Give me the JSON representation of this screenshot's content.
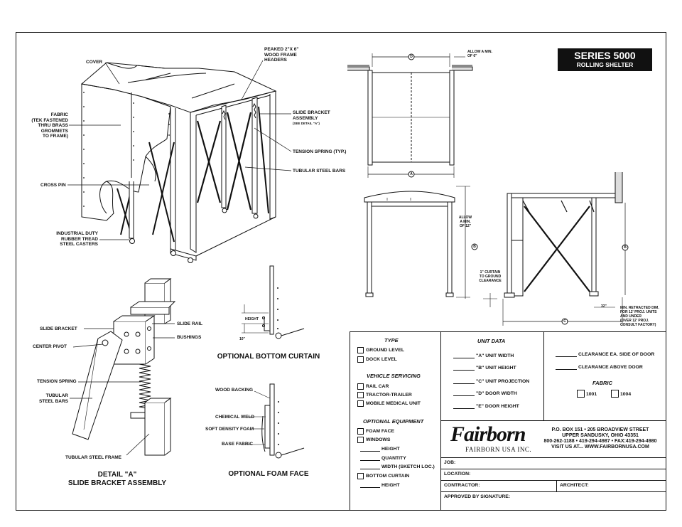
{
  "title_block": {
    "series_title": "SERIES 5000",
    "series_subtitle": "ROLLING SHELTER"
  },
  "main_view": {
    "labels": {
      "cover": "COVER",
      "headers": "PEAKED 2\"X 6\"\nWOOD FRAME\nHEADERS",
      "fabric": "FABRIC\n(TEK FASTENED\nTHRU BRASS\nGROMMETS\nTO FRAME)",
      "slide_bracket": "SLIDE BRACKET\nASSEMBLY",
      "see_detail": "(SEE DETAIL \"A\")",
      "tension_spring": "TENSION SPRING (TYP.)",
      "tubular_bars": "TUBULAR STEEL BARS",
      "cross_pin": "CROSS PIN",
      "casters": "INDUSTRIAL DUTY\nRUBBER TREAD\nSTEEL CASTERS"
    }
  },
  "elevation_views": {
    "allow_6": "ALLOW A MIN.\nOF 6\"",
    "allow_12": "ALLOW\nA MIN.\nOF 12\"",
    "curtain_clearance": "1\" CURTAIN\nTO GROUND\nCLEARANCE",
    "dim_32": "32\"",
    "retracted_note": "MIN. RETRACTED DIM.\nFOR 12' PROJ. UNITS\nAND UNDER\n(OVER 12' PROJ.\nCONSULT FACTORY)",
    "dim_a": "A",
    "dim_b": "B",
    "dim_c": "C",
    "dim_d": "D"
  },
  "detail_a": {
    "labels": {
      "slide_bracket": "SLIDE BRACKET",
      "slide_rail": "SLIDE RAIL",
      "bushings": "BUSHINGS",
      "center_pivot": "CENTER PIVOT",
      "tension_spring": "TENSION SPRING",
      "tubular_bars": "TUBULAR\nSTEEL BARS",
      "tubular_frame": "TUBULAR STEEL FRAME"
    },
    "caption": "DETAIL \"A\"\nSLIDE BRACKET ASSEMBLY"
  },
  "bottom_curtain": {
    "height_label": "HEIGHT",
    "dim_10": "10\"",
    "caption": "OPTIONAL BOTTOM CURTAIN"
  },
  "foam_face": {
    "labels": {
      "wood_backing": "WOOD BACKING",
      "chemical_weld": "CHEMICAL WELD",
      "soft_foam": "SOFT DENSITY FOAM",
      "base_fabric": "BASE FABRIC"
    },
    "caption": "OPTIONAL FOAM FACE"
  },
  "form": {
    "type_heading": "TYPE",
    "type_options": [
      "GROUND LEVEL",
      "DOCK LEVEL"
    ],
    "vehicle_heading": "VEHICLE SERVICING",
    "vehicle_options": [
      "RAIL CAR",
      "TRACTOR-TRAILER",
      "MOBILE MEDICAL UNIT"
    ],
    "equipment_heading": "OPTIONAL EQUIPMENT",
    "foam_face": "FOAM FACE",
    "windows": "WINDOWS",
    "windows_fields": [
      "HEIGHT",
      "QUANTITY",
      "WIDTH (SKETCH LOC.)"
    ],
    "bottom_curtain": "BOTTOM CURTAIN",
    "bottom_curtain_field": "HEIGHT",
    "unit_heading": "UNIT DATA",
    "unit_fields": [
      "\"A\" UNIT WIDTH",
      "\"B\" UNIT HEIGHT",
      "\"C\" UNIT PROJECTION",
      "\"D\" DOOR WIDTH",
      "\"E\" DOOR HEIGHT"
    ],
    "clearance_fields": [
      "CLEARANCE EA. SIDE OF DOOR",
      "CLEARANCE ABOVE DOOR"
    ],
    "fabric_heading": "FABRIC",
    "fabric_options": [
      "1001",
      "1004"
    ],
    "company_logo": "Fairborn",
    "company_name": "FAIRBORN USA INC.",
    "address_lines": [
      "P.O. BOX 151  •  205 BROADVIEW STREET",
      "UPPER SANDUSKY, OHIO 43351",
      "800-262-1188  •  419-294-4987  •  FAX:419-294-4980",
      "VISIT US AT... WWW.FAIRBORNUSA.COM"
    ],
    "job": "JOB:",
    "location": "LOCATION:",
    "contractor": "CONTRACTOR:",
    "architect": "ARCHITECT:",
    "approved": "APPROVED BY SIGNATURE:"
  }
}
